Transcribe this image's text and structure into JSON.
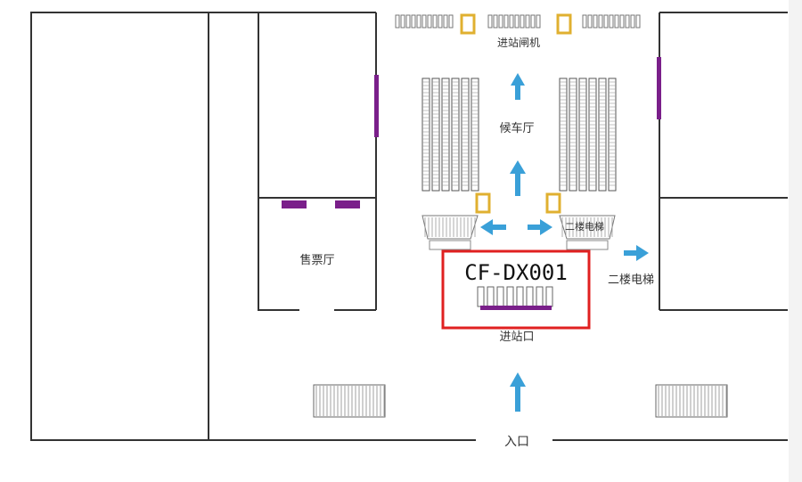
{
  "labels": {
    "entry_gates": "进站闸机",
    "waiting_hall": "候车厅",
    "upstairs_escalator_inner": "二楼电梯",
    "upstairs_escalator_outer": "二楼电梯",
    "ticket_hall": "售票厅",
    "station_entrance": "进站口",
    "main_entrance": "入口"
  },
  "highlight": {
    "code": "CF-DX001"
  },
  "colors": {
    "wall": "#333333",
    "arrow": "#3aa0d8",
    "gate": "#e0b030",
    "accent": "#7a1f8a",
    "highlight_border": "#e02020"
  },
  "icons": [
    "arrow-up-icon",
    "arrow-left-icon",
    "arrow-right-icon",
    "gate-icon",
    "escalator-icon",
    "seat-row-icon"
  ]
}
